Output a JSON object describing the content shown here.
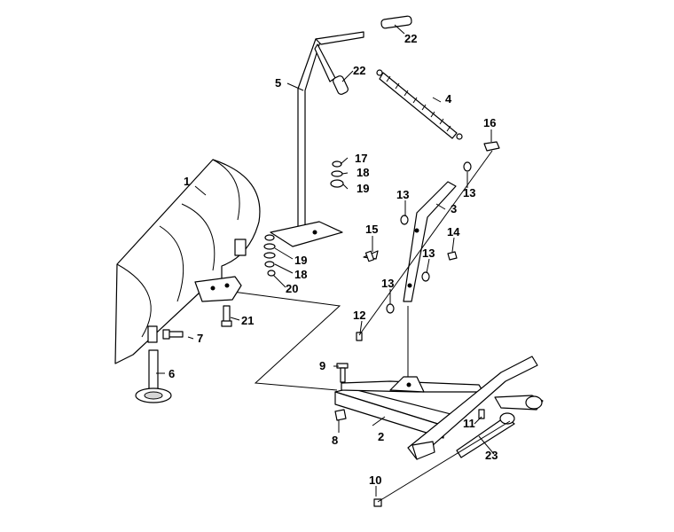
{
  "callouts": {
    "c1": "1",
    "c2": "2",
    "c3": "3",
    "c4": "4",
    "c5": "5",
    "c6": "6",
    "c7": "7",
    "c8": "8",
    "c9": "9",
    "c10": "10",
    "c11": "11",
    "c12": "12",
    "c13a": "13",
    "c13b": "13",
    "c13c": "13",
    "c13d": "13",
    "c14": "14",
    "c15": "15",
    "c16": "16",
    "c17": "17",
    "c18a": "18",
    "c18b": "18",
    "c19a": "19",
    "c19b": "19",
    "c20": "20",
    "c21": "21",
    "c22a": "22",
    "c22b": "22",
    "c23": "23"
  }
}
